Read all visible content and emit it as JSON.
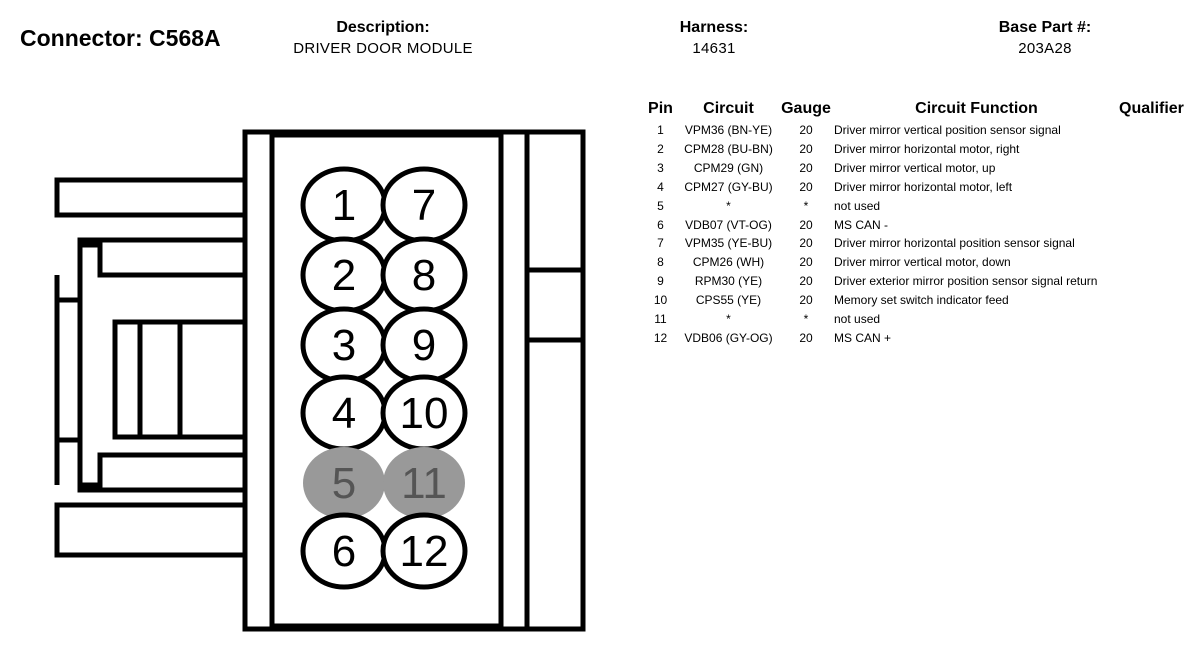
{
  "header": {
    "connector_title": "Connector: C568A",
    "description_label": "Description:",
    "description_value": "DRIVER DOOR MODULE",
    "harness_label": "Harness:",
    "harness_value": "14631",
    "base_part_label": "Base Part #:",
    "base_part_value": "203A28"
  },
  "diagram": {
    "pins": [
      {
        "label": "1",
        "shaded": false
      },
      {
        "label": "7",
        "shaded": false
      },
      {
        "label": "2",
        "shaded": false
      },
      {
        "label": "8",
        "shaded": false
      },
      {
        "label": "3",
        "shaded": false
      },
      {
        "label": "9",
        "shaded": false
      },
      {
        "label": "4",
        "shaded": false
      },
      {
        "label": "10",
        "shaded": false
      },
      {
        "label": "5",
        "shaded": true
      },
      {
        "label": "11",
        "shaded": true
      },
      {
        "label": "6",
        "shaded": false
      },
      {
        "label": "12",
        "shaded": false
      }
    ],
    "shaded_fill": "#999999",
    "shaded_text": "#555555"
  },
  "table": {
    "headers": {
      "pin": "Pin",
      "circuit": "Circuit",
      "gauge": "Gauge",
      "function": "Circuit Function",
      "qualifier": "Qualifier"
    },
    "rows": [
      {
        "pin": "1",
        "circuit": "VPM36 (BN-YE)",
        "gauge": "20",
        "function": "Driver mirror vertical position sensor signal",
        "qualifier": ""
      },
      {
        "pin": "2",
        "circuit": "CPM28 (BU-BN)",
        "gauge": "20",
        "function": "Driver mirror horizontal motor, right",
        "qualifier": ""
      },
      {
        "pin": "3",
        "circuit": "CPM29 (GN)",
        "gauge": "20",
        "function": "Driver mirror vertical motor, up",
        "qualifier": ""
      },
      {
        "pin": "4",
        "circuit": "CPM27 (GY-BU)",
        "gauge": "20",
        "function": "Driver mirror horizontal motor, left",
        "qualifier": ""
      },
      {
        "pin": "5",
        "circuit": "*",
        "gauge": "*",
        "function": "not used",
        "qualifier": ""
      },
      {
        "pin": "6",
        "circuit": "VDB07 (VT-OG)",
        "gauge": "20",
        "function": "MS CAN -",
        "qualifier": ""
      },
      {
        "pin": "7",
        "circuit": "VPM35 (YE-BU)",
        "gauge": "20",
        "function": "Driver mirror horizontal position sensor signal",
        "qualifier": ""
      },
      {
        "pin": "8",
        "circuit": "CPM26 (WH)",
        "gauge": "20",
        "function": "Driver mirror vertical motor, down",
        "qualifier": ""
      },
      {
        "pin": "9",
        "circuit": "RPM30 (YE)",
        "gauge": "20",
        "function": "Driver exterior mirror position sensor signal return",
        "qualifier": ""
      },
      {
        "pin": "10",
        "circuit": "CPS55 (YE)",
        "gauge": "20",
        "function": "Memory set switch indicator feed",
        "qualifier": ""
      },
      {
        "pin": "11",
        "circuit": "*",
        "gauge": "*",
        "function": "not used",
        "qualifier": ""
      },
      {
        "pin": "12",
        "circuit": "VDB06 (GY-OG)",
        "gauge": "20",
        "function": "MS CAN +",
        "qualifier": ""
      }
    ]
  }
}
